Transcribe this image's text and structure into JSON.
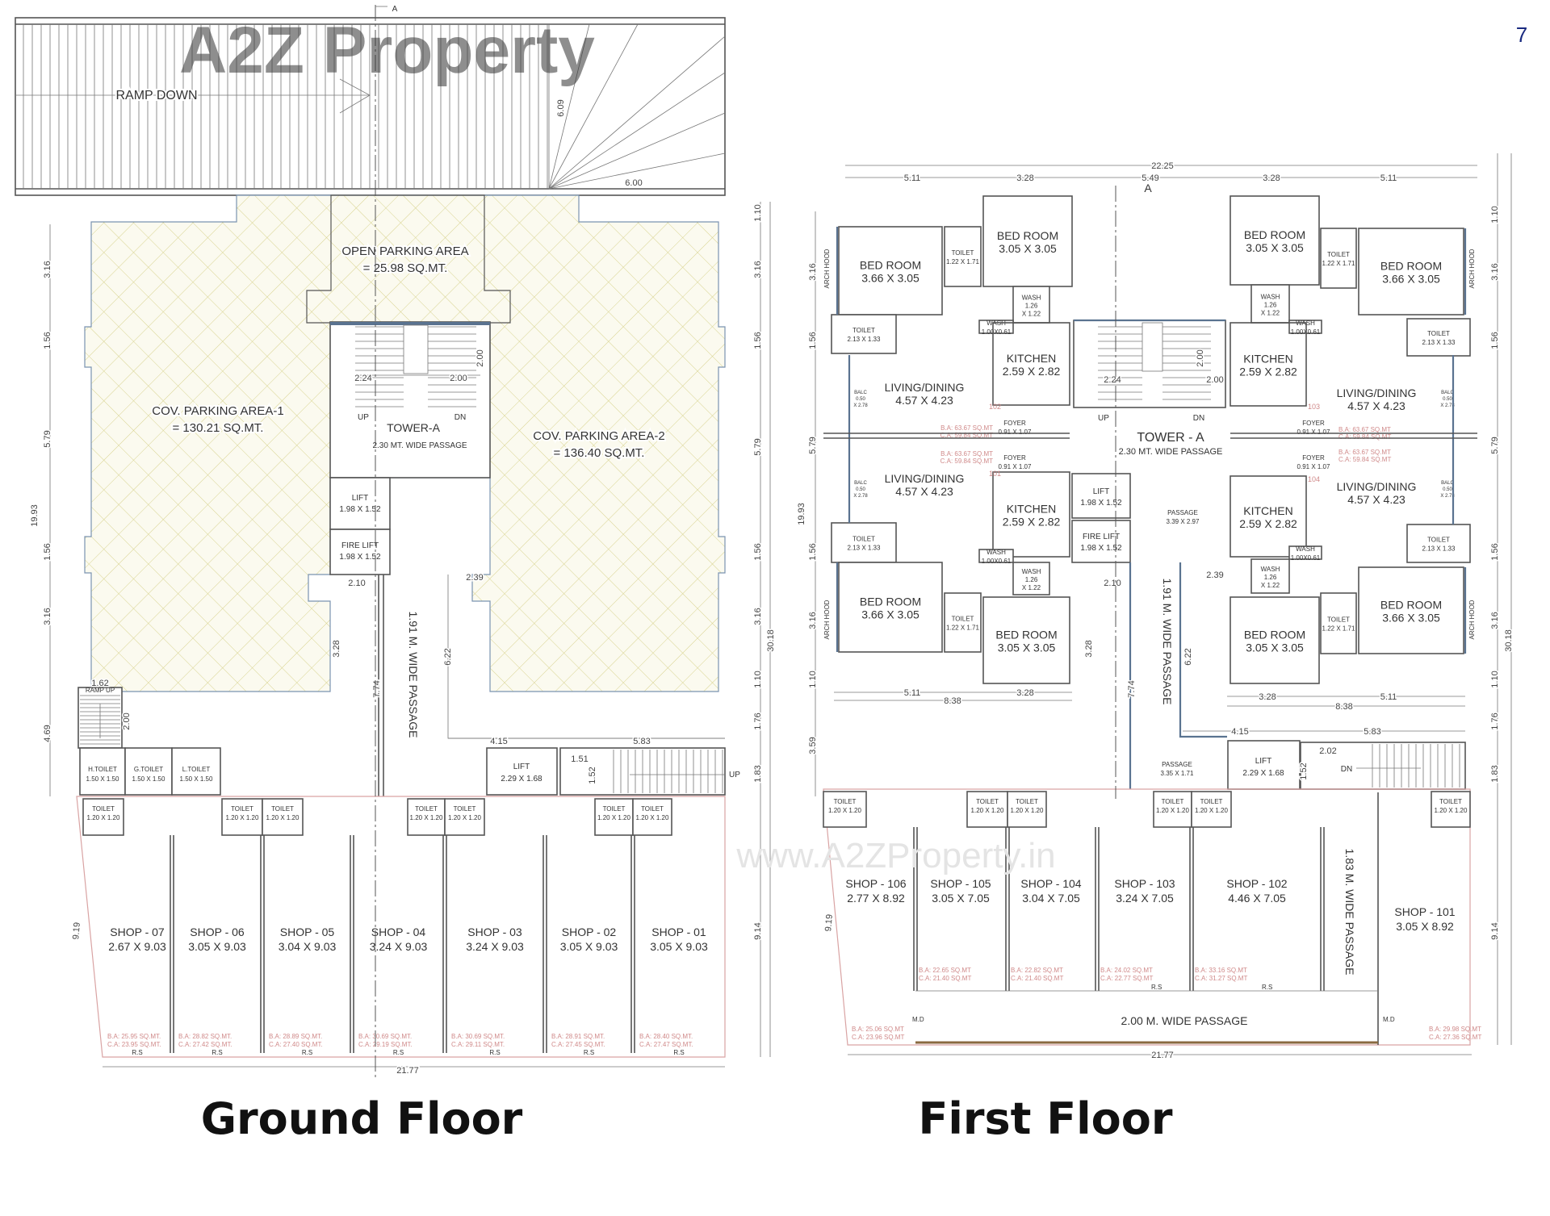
{
  "page_number": "7",
  "watermark": {
    "logo": "A2Z Property",
    "url": "www.A2ZProperty.in"
  },
  "section_marker": "A",
  "ground_floor": {
    "title": "Ground Floor",
    "ramp_down": "RAMP DOWN",
    "open_parking": {
      "name": "OPEN PARKING AREA",
      "area": "= 25.98 SQ.MT."
    },
    "cov_parking_1": {
      "name": "COV. PARKING AREA-1",
      "area": "= 130.21 SQ.MT."
    },
    "cov_parking_2": {
      "name": "COV. PARKING AREA-2",
      "area": "= 136.40 SQ.MT."
    },
    "tower": {
      "name": "TOWER-A",
      "passage": "2.30 MT. WIDE PASSAGE",
      "up": "UP",
      "dn": "DN"
    },
    "lift": {
      "name": "LIFT",
      "size": "1.98 X 1.52"
    },
    "fire_lift": {
      "name": "FIRE LIFT",
      "size": "1.98 X 1.52"
    },
    "passage": "1.91 M. WIDE PASSAGE",
    "ramp_up": "RAMP UP",
    "common_toilets": [
      {
        "name": "H.TOILET",
        "size": "1.50 X 1.50"
      },
      {
        "name": "G.TOILET",
        "size": "1.50 X 1.50"
      },
      {
        "name": "L.TOILET",
        "size": "1.50 X 1.50"
      }
    ],
    "lift_2": {
      "name": "LIFT",
      "size": "2.29 X 1.68"
    },
    "stair_up": "UP",
    "shop_toilet": {
      "name": "TOILET",
      "size": "1.20 X 1.20"
    },
    "rs": "R.S",
    "shops": [
      {
        "name": "SHOP - 07",
        "size": "2.67 X 9.03",
        "ba": "B.A: 25.95 SQ.MT.",
        "ca": "C.A: 23.95 SQ.MT."
      },
      {
        "name": "SHOP - 06",
        "size": "3.05 X 9.03",
        "ba": "B.A: 28.82 SQ.MT.",
        "ca": "C.A: 27.42 SQ.MT."
      },
      {
        "name": "SHOP - 05",
        "size": "3.04 X 9.03",
        "ba": "B.A: 28.89 SQ.MT.",
        "ca": "C.A: 27.40 SQ.MT."
      },
      {
        "name": "SHOP - 04",
        "size": "3.24 X 9.03",
        "ba": "B.A: 30.69 SQ.MT.",
        "ca": "C.A: 29.19 SQ.MT."
      },
      {
        "name": "SHOP - 03",
        "size": "3.24 X 9.03",
        "ba": "B.A: 30.69 SQ.MT.",
        "ca": "C.A: 29.11 SQ.MT."
      },
      {
        "name": "SHOP - 02",
        "size": "3.05 X 9.03",
        "ba": "B.A: 28.91 SQ.MT.",
        "ca": "C.A: 27.45 SQ.MT."
      },
      {
        "name": "SHOP - 01",
        "size": "3.05 X 9.03",
        "ba": "B.A: 28.40 SQ.MT.",
        "ca": "C.A: 27.47 SQ.MT."
      }
    ],
    "dimensions": [
      "6.09",
      "6.00",
      "3.16",
      "1.56",
      "5.79",
      "19.93",
      "1.56",
      "3.16",
      "4.69",
      "9.19",
      "1.10",
      "3.16",
      "1.56",
      "5.79",
      "1.56",
      "3.16",
      "1.10",
      "1.76",
      "1.83",
      "9.14",
      "30.18",
      "2.24",
      "2.00",
      "2.00",
      "2.10",
      "2.39",
      "3.28",
      "6.22",
      "7.74",
      "4.15",
      "5.83",
      "1.51",
      "1.52",
      "1.62",
      "2.00",
      "21.77"
    ]
  },
  "first_floor": {
    "title": "First Floor",
    "tower": {
      "name": "TOWER - A",
      "passage": "2.30 MT. WIDE PASSAGE",
      "up": "UP",
      "dn": "DN"
    },
    "unit_rooms": {
      "bed_room_large": {
        "name": "BED ROOM",
        "size": "3.66 X 3.05"
      },
      "bed_room": {
        "name": "BED ROOM",
        "size": "3.05 X 3.05"
      },
      "toilet_attached": {
        "name": "TOILET",
        "size": "1.22 X 1.71"
      },
      "toilet_common": {
        "name": "TOILET",
        "size": "2.13 X 1.33"
      },
      "wash": {
        "name": "WASH",
        "size_1": "1.26",
        "size_2": "X 1.22"
      },
      "wash_small": {
        "name": "WASH",
        "size": "1.00X0.61"
      },
      "kitchen": {
        "name": "KITCHEN",
        "size": "2.59 X 2.82"
      },
      "living": {
        "name": "LIVING/DINING",
        "size": "4.57 X 4.23"
      },
      "foyer": {
        "name": "FOYER",
        "size": "0.91 X 1.07"
      },
      "balcony": {
        "name": "BALC",
        "size_1": "0.50",
        "size_2": "X 2.78"
      },
      "arch_hood": "ARCH HOOD",
      "ba": "B.A: 63.67 SQ.MT",
      "ca": "C.A: 59.84 SQ.MT"
    },
    "flats": [
      "102",
      "103",
      "101",
      "104"
    ],
    "lift": {
      "name": "LIFT",
      "size": "1.98 X 1.52"
    },
    "fire_lift": {
      "name": "FIRE LIFT",
      "size": "1.98 X 1.52"
    },
    "passage_1": {
      "name": "PASSAGE",
      "size": "3.39 X 2.97"
    },
    "passage_2": {
      "name": "PASSAGE",
      "size": "3.35 X 1.71"
    },
    "wide_passage": "1.91 M. WIDE PASSAGE",
    "lift_2": {
      "name": "LIFT",
      "size": "2.29 X 1.68"
    },
    "stair_dn": "DN",
    "shop_toilet": {
      "name": "TOILET",
      "size": "1.20 X 1.20"
    },
    "passage_183": "1.83 M. WIDE PASSAGE",
    "passage_200": "2.00 M. WIDE PASSAGE",
    "md": "M.D",
    "rs": "R.S",
    "shops": [
      {
        "name": "SHOP - 106",
        "size": "2.77 X 8.92",
        "ba": "B.A: 25.06 SQ.MT",
        "ca": "C.A: 23.96 SQ.MT"
      },
      {
        "name": "SHOP - 105",
        "size": "3.05 X 7.05",
        "ba": "B.A: 22.65 SQ.MT",
        "ca": "C.A: 21.40 SQ.MT"
      },
      {
        "name": "SHOP - 104",
        "size": "3.04 X 7.05",
        "ba": "B.A: 22.82 SQ.MT",
        "ca": "C.A: 21.40 SQ.MT"
      },
      {
        "name": "SHOP - 103",
        "size": "3.24 X 7.05",
        "ba": "B.A: 24.02 SQ.MT",
        "ca": "C.A: 22.77 SQ.MT"
      },
      {
        "name": "SHOP - 102",
        "size": "4.46 X 7.05",
        "ba": "B.A: 33.16 SQ.MT",
        "ca": "C.A: 31.27 SQ.MT"
      },
      {
        "name": "SHOP - 101",
        "size": "3.05 X 8.92",
        "ba": "B.A: 29.98 SQ.MT",
        "ca": "C.A: 27.36 SQ.MT"
      }
    ],
    "dimensions": [
      "22.25",
      "5.11",
      "3.28",
      "5.49",
      "3.28",
      "5.11",
      "3.16",
      "1.56",
      "5.79",
      "19.93",
      "1.56",
      "3.16",
      "1.10",
      "3.59",
      "9.19",
      "1.10",
      "3.16",
      "1.56",
      "5.79",
      "1.56",
      "3.16",
      "1.10",
      "1.76",
      "1.83",
      "9.14",
      "30.18",
      "2.24",
      "2.00",
      "2.00",
      "2.10",
      "3.28",
      "5.11",
      "3.28",
      "8.38",
      "7.74",
      "2.39",
      "6.22",
      "3.28",
      "5.11",
      "8.38",
      "4.15",
      "5.83",
      "2.02",
      "1.52",
      "21.77"
    ]
  }
}
